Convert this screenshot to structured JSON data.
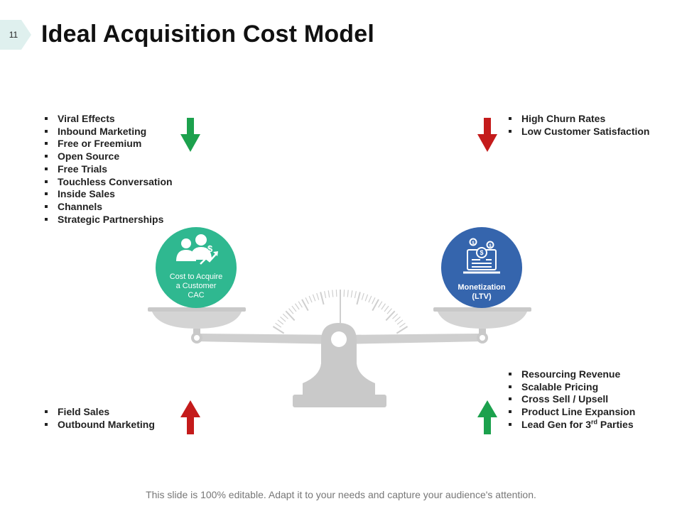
{
  "slide": {
    "page_number": "11",
    "title": "Ideal Acquisition Cost Model",
    "footer": "This slide is 100% editable. Adapt it to your needs and capture your audience's attention."
  },
  "top_left_list": [
    "Viral Effects",
    "Inbound Marketing",
    "Free or Freemium",
    "Open Source",
    "Free Trials",
    "Touchless Conversation",
    "Inside Sales",
    "Channels",
    "Strategic Partnerships"
  ],
  "top_right_list": [
    "High Churn Rates",
    "Low Customer Satisfaction"
  ],
  "bottom_left_list": [
    "Field Sales",
    "Outbound Marketing"
  ],
  "bottom_right_list": {
    "item1": "Resourcing Revenue",
    "item2": "Scalable Pricing",
    "item3": "Cross Sell / Upsell",
    "item4": "Product Line Expansion",
    "item5_prefix": "Lead Gen for 3",
    "item5_sup": "rd",
    "item5_suffix": " Parties"
  },
  "cac_circle": {
    "line1": "Cost to Acquire",
    "line2": "a Customer",
    "line3": "CAC",
    "color": "#2fb890"
  },
  "ltv_circle": {
    "line1": "Monetization",
    "line2": "(LTV)",
    "color": "#3565ad"
  },
  "arrows": {
    "top_left": {
      "direction": "down",
      "color": "#1ca14d"
    },
    "top_right": {
      "direction": "down",
      "color": "#c41b1b"
    },
    "bottom_left": {
      "direction": "up",
      "color": "#c41b1b"
    },
    "bottom_right": {
      "direction": "up",
      "color": "#1ca14d"
    }
  },
  "icons": {
    "cac": "people-dollar-growth-icon",
    "ltv": "laptop-coins-icon"
  },
  "colors": {
    "scale_gray": "#c9c9c9",
    "tab_accent": "#dff0ee"
  }
}
